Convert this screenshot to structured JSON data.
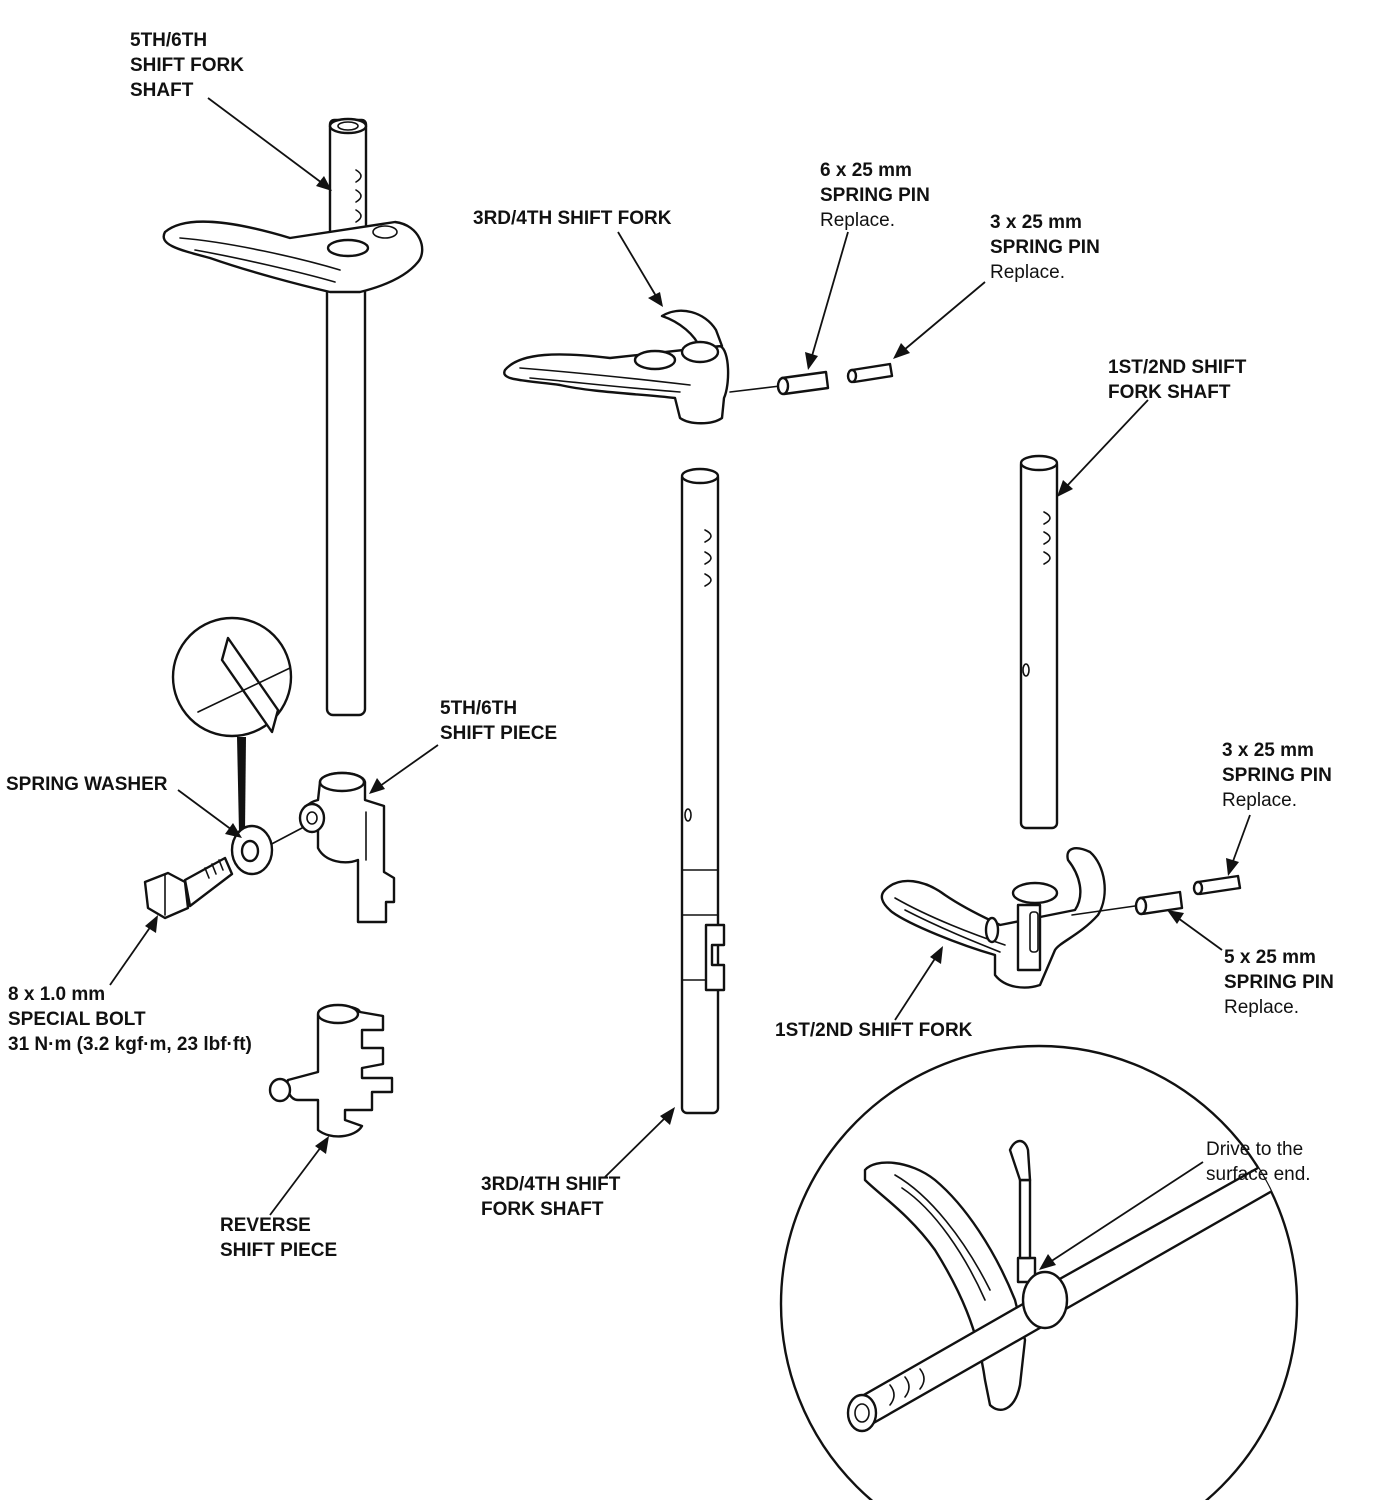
{
  "labels": {
    "fork_shaft_56": [
      "5TH/6TH",
      "SHIFT FORK",
      "SHAFT"
    ],
    "fork_34": [
      "3RD/4TH SHIFT FORK"
    ],
    "pin_6x25": {
      "size": "6 x 25 mm",
      "name": "SPRING PIN",
      "note": "Replace."
    },
    "pin_3x25_top": {
      "size": "3 x 25 mm",
      "name": "SPRING PIN",
      "note": "Replace."
    },
    "fork_shaft_12": [
      "1ST/2ND SHIFT",
      "FORK SHAFT"
    ],
    "shift_piece_56": [
      "5TH/6TH",
      "SHIFT PIECE"
    ],
    "spring_washer": [
      "SPRING WASHER"
    ],
    "special_bolt": {
      "size": "8 x 1.0 mm",
      "name": "SPECIAL BOLT",
      "torque": "31 N·m (3.2 kgf·m, 23 lbf·ft)"
    },
    "reverse_shift_piece": [
      "REVERSE",
      "SHIFT PIECE"
    ],
    "fork_shaft_34": [
      "3RD/4TH SHIFT",
      "FORK SHAFT"
    ],
    "pin_3x25_right": {
      "size": "3 x 25 mm",
      "name": "SPRING PIN",
      "note": "Replace."
    },
    "pin_5x25": {
      "size": "5 x 25 mm",
      "name": "SPRING PIN",
      "note": "Replace."
    },
    "fork_12": [
      "1ST/2ND SHIFT FORK"
    ],
    "drive_note": [
      "Drive to the",
      "surface end."
    ]
  }
}
